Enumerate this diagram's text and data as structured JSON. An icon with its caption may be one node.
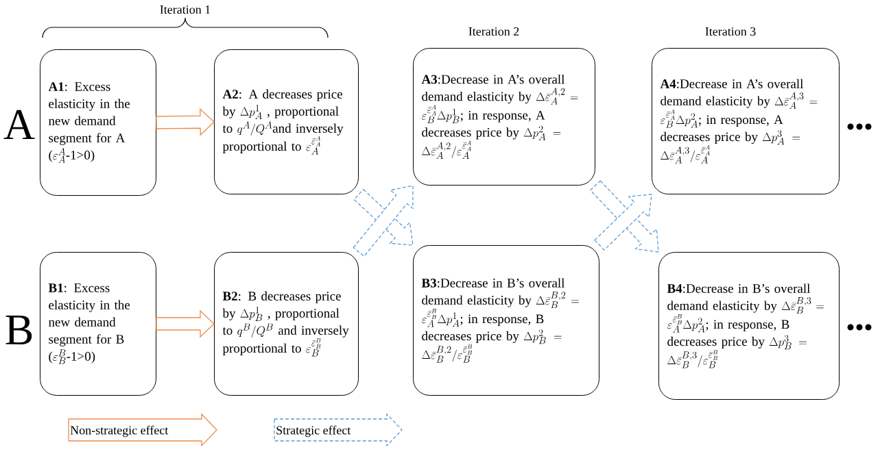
{
  "diagram": {
    "nodes": [
      {
        "text": [
          "**A1**: Excess elasticity in the new demand segment for A (",
          "\\varepsilon_A^A",
          "-1>0)"
        ]
      },
      {
        "text": [
          "**A2**: A decreases price by",
          "\\Delta p_A^1",
          ", proportional to",
          "q^A/Q^A",
          "and inversely proportional to",
          "\\varepsilon_A^{\\bar{\\varepsilon}_A^A}"
        ]
      },
      {
        "text": [
          "**A3**:Decrease in A’s overall demand elasticity by",
          "\\Delta\\bar{\\varepsilon}_A^{A,2}=\\varepsilon_B^{\\bar{\\varepsilon}_A^A}\\Delta p_B^1",
          "; in response, A decreases price by",
          "\\Delta p_A^2=\\Delta\\bar{\\varepsilon}_A^{A,2}/\\varepsilon_A^{\\bar{\\varepsilon}_A^A}"
        ]
      },
      {
        "text": [
          "**A4**:Decrease in A’s overall demand elasticity by",
          "\\Delta\\bar{\\varepsilon}_A^{A,3}=\\varepsilon_B^{\\bar{\\varepsilon}_A^A}\\Delta p_A^2",
          "; in response, A decreases price by",
          "\\Delta p_A^3=\\Delta\\bar{\\varepsilon}_A^{A,3}/\\varepsilon_A^{\\bar{\\varepsilon}_A^A}"
        ]
      },
      {
        "text": [
          "**B1**: Excess elasticity in the new demand segment for B (",
          "\\varepsilon_B^B",
          "-1>0)"
        ]
      },
      {
        "text": [
          "**B2**: B decreases price by",
          "\\Delta p_B^1",
          ", proportional to",
          "q^B/Q^B",
          "and inversely proportional to",
          "\\varepsilon_B^{\\bar{\\varepsilon}_B^B}"
        ]
      },
      {
        "text": [
          "**B3**:Decrease in B’s overall demand elasticity by",
          "\\Delta\\bar{\\varepsilon}_B^{B,2}=\\varepsilon_A^{\\bar{\\varepsilon}_B^B}\\Delta p_A^1",
          "; in response, B decreases price by",
          "\\Delta p_B^2=\\Delta\\bar{\\varepsilon}_B^{B,2}/\\varepsilon_B^{\\bar{\\varepsilon}_B^B}"
        ]
      },
      {
        "text": [
          "**B4**:Decrease in B’s overall demand elasticity by",
          "\\Delta\\bar{\\varepsilon}_B^{B,3}=\\varepsilon_A^{\\bar{\\varepsilon}_B^B}\\Delta p_A^2",
          "; in response, B decreases price by",
          "\\Delta p_B^3=\\Delta\\bar{\\varepsilon}_B^{B,3}/\\varepsilon_B^{\\bar{\\varepsilon}_B^B}"
        ]
      }
    ],
    "edges": [
      {
        "from": 0,
        "to": 1,
        "arrow": "to",
        "color": "#f08a4b"
      },
      {
        "from": 4,
        "to": 5,
        "arrow": "to",
        "color": "#f08a4b"
      },
      {
        "from": 1,
        "to": 6,
        "arrow": "to",
        "style": "dashed",
        "color": "#5b9bd5"
      },
      {
        "from": 5,
        "to": 2,
        "arrow": "to",
        "style": "dashed",
        "color": "#5b9bd5"
      },
      {
        "from": 2,
        "to": 7,
        "arrow": "to",
        "style": "dashed",
        "color": "#5b9bd5"
      },
      {
        "from": 6,
        "to": 3,
        "arrow": "to",
        "style": "dashed",
        "color": "#5b9bd5"
      }
    ],
    "labels": [
      "Iteration 1",
      "Iteration 2",
      "Iteration 3",
      "A",
      "B"
    ],
    "legend": [
      {
        "text": "Non-strategic effect"
      },
      {
        "text": "Strategic effect"
      }
    ]
  }
}
